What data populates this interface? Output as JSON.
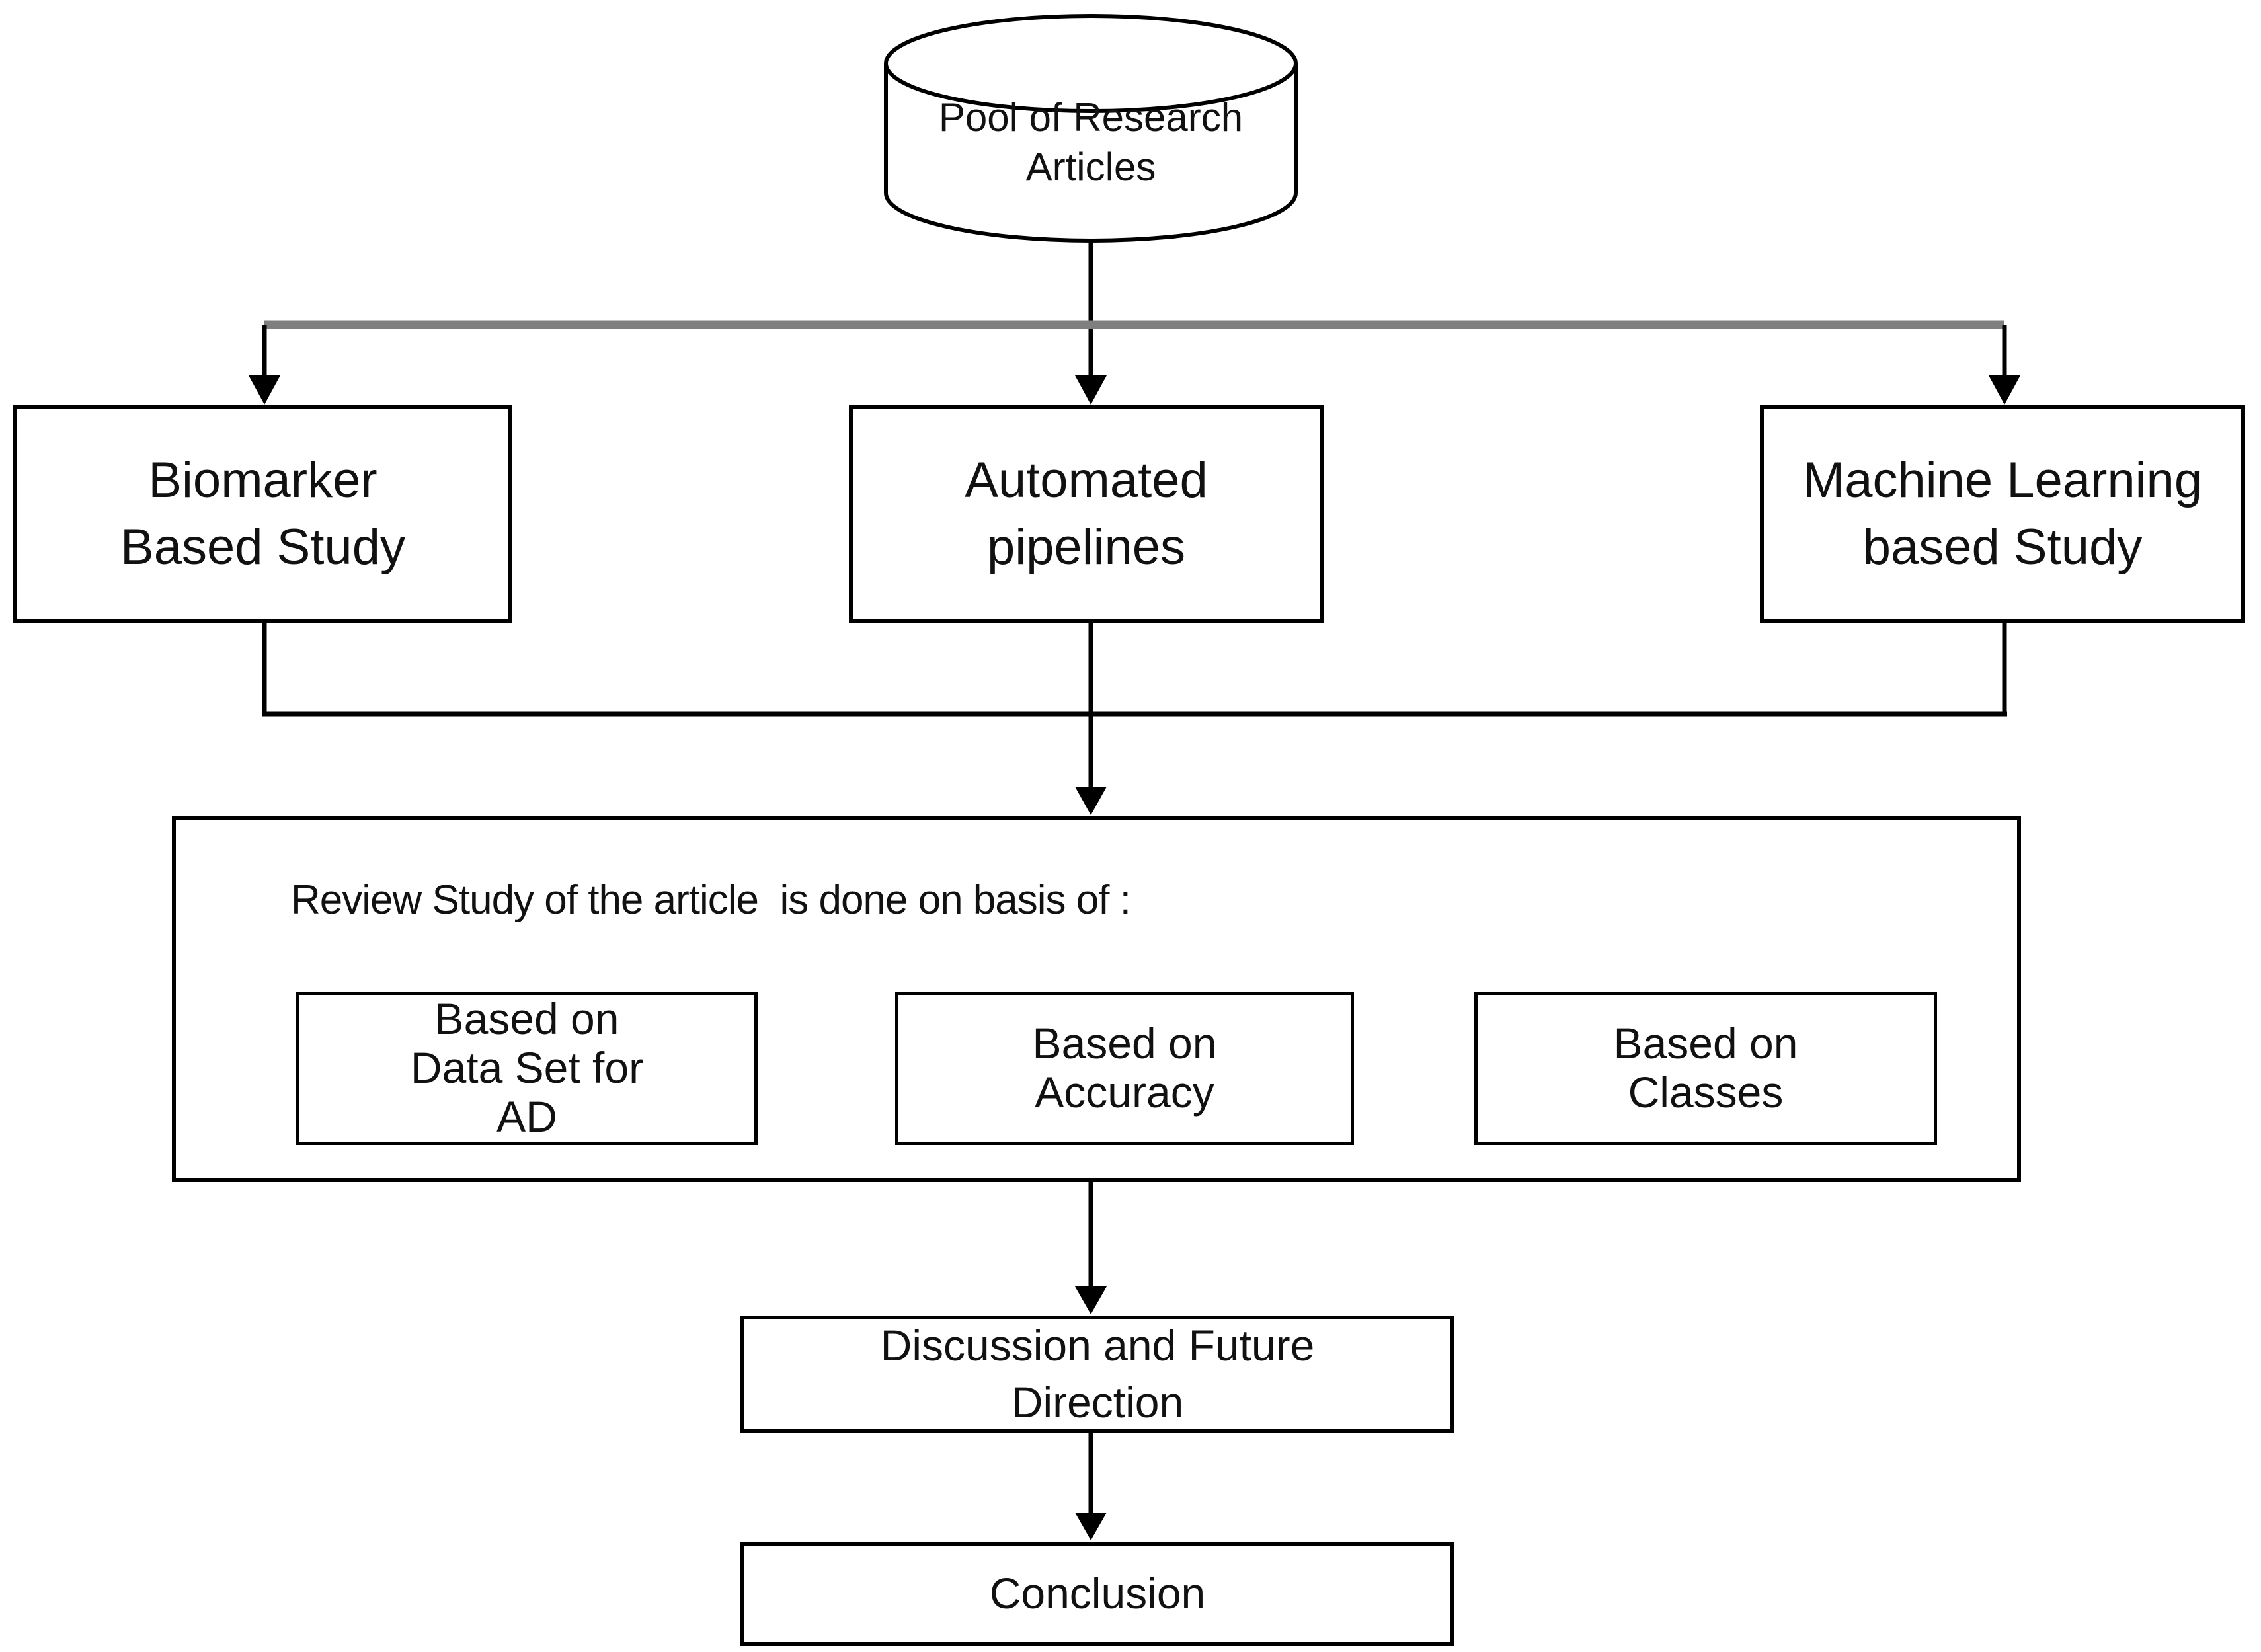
{
  "diagram": {
    "pool": {
      "line1": "Pool of Research",
      "line2": "Articles"
    },
    "branches": [
      {
        "id": "biomarker",
        "line1": "Biomarker",
        "line2": "Based Study"
      },
      {
        "id": "automated-pipelines",
        "line1": "Automated",
        "line2": "pipelines"
      },
      {
        "id": "machine-learning",
        "line1": "Machine Learning",
        "line2": "based Study"
      }
    ],
    "review": {
      "title": "Review Study of the article  is done on basis of :",
      "criteria": [
        {
          "id": "dataset",
          "line1": "Based on",
          "line2": "Data Set for",
          "line3": "AD"
        },
        {
          "id": "accuracy",
          "line1": "Based on",
          "line2": "Accuracy",
          "line3": ""
        },
        {
          "id": "classes",
          "line1": "Based on",
          "line2": "Classes",
          "line3": ""
        }
      ]
    },
    "discussion": {
      "line1": "Discussion and Future",
      "line2": "Direction"
    },
    "conclusion": {
      "label": "Conclusion"
    }
  },
  "colors": {
    "background": "#ffffff",
    "border": "#000000",
    "connector": "#000000",
    "split_bar": "#7f7f7f",
    "text": "#111111"
  }
}
